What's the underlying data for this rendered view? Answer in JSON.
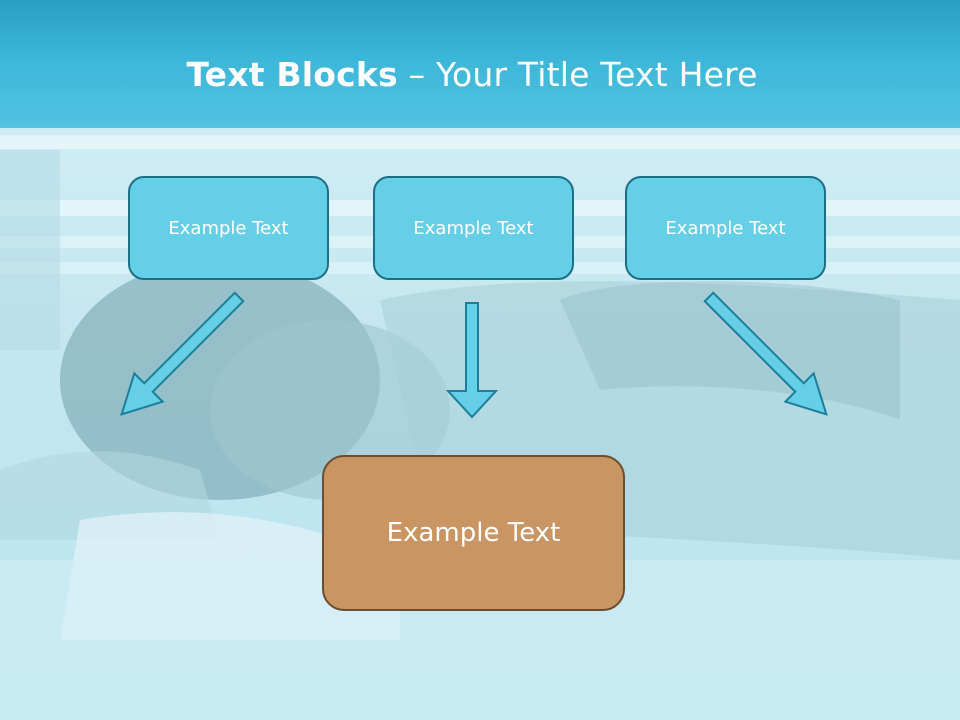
{
  "title": {
    "bold": "Text Blocks",
    "separator": " – ",
    "rest": "Your Title Text Here"
  },
  "blocks": [
    {
      "label": "Example Text"
    },
    {
      "label": "Example Text"
    },
    {
      "label": "Example Text"
    }
  ],
  "target": {
    "label": "Example Text"
  },
  "colors": {
    "header": "#3cb6d8",
    "top_box_fill": "#66cfe8",
    "top_box_border": "#1b6f87",
    "target_fill": "#c99562",
    "target_border": "#6b4d2f",
    "arrow_fill": "#66cfe8"
  }
}
